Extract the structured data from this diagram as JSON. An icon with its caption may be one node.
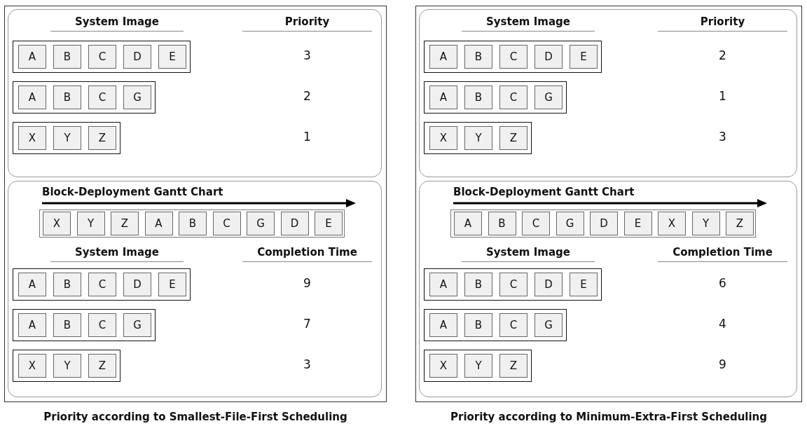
{
  "diagram": {
    "nodes": [
      {
        "text": [],
        "shape": "box",
        "beside": [
          "Priority according to Smallest-File-First Scheduling"
        ]
      },
      {
        "text": [
          "System Image",
          "Priority"
        ],
        "in": 0
      },
      {
        "text": [],
        "shape": "box",
        "in": 1
      },
      {
        "text": [
          "A"
        ],
        "in": 2
      },
      {
        "text": [
          "B"
        ],
        "in": 2
      },
      {
        "text": [
          "C"
        ],
        "in": 2
      },
      {
        "text": [
          "D"
        ],
        "in": 2
      },
      {
        "text": [
          "E"
        ],
        "in": 2
      },
      {
        "text": [],
        "shape": "box",
        "in": 1
      },
      {
        "text": [
          "A"
        ],
        "in": 8
      },
      {
        "text": [
          "B"
        ],
        "in": 8
      },
      {
        "text": [
          "C"
        ],
        "in": 8
      },
      {
        "text": [
          "G"
        ],
        "in": 8
      },
      {
        "text": [],
        "shape": "box",
        "in": 1
      },
      {
        "text": [
          "X"
        ],
        "in": 13
      },
      {
        "text": [
          "Y"
        ],
        "in": 13
      },
      {
        "text": [
          "Z"
        ],
        "in": 13
      },
      {
        "text": [
          "Block-Deployment Gantt Chart",
          "System Image",
          "Completion Time"
        ],
        "in": 0
      },
      {
        "text": [],
        "shape": "box",
        "in": 17
      },
      {
        "text": [
          "X"
        ],
        "in": 18
      },
      {
        "text": [
          "Y"
        ],
        "in": 18
      },
      {
        "text": [
          "Z"
        ],
        "in": 18
      },
      {
        "text": [
          "A"
        ],
        "in": 18
      },
      {
        "text": [
          "B"
        ],
        "in": 18
      },
      {
        "text": [
          "C"
        ],
        "in": 18
      },
      {
        "text": [
          "G"
        ],
        "in": 18
      },
      {
        "text": [
          "D"
        ],
        "in": 18
      },
      {
        "text": [
          "E"
        ],
        "in": 18
      },
      {
        "text": [],
        "shape": "box",
        "in": 17
      },
      {
        "text": [
          "A"
        ],
        "in": 28
      },
      {
        "text": [
          "B"
        ],
        "in": 28
      },
      {
        "text": [
          "C"
        ],
        "in": 28
      },
      {
        "text": [
          "D"
        ],
        "in": 28
      },
      {
        "text": [
          "E"
        ],
        "in": 28
      },
      {
        "text": [],
        "shape": "box",
        "in": 17
      },
      {
        "text": [
          "A"
        ],
        "in": 34
      },
      {
        "text": [
          "B"
        ],
        "in": 34
      },
      {
        "text": [
          "C"
        ],
        "in": 34
      },
      {
        "text": [
          "G"
        ],
        "in": 34
      },
      {
        "text": [],
        "shape": "box",
        "in": 17
      },
      {
        "text": [
          "X"
        ],
        "in": 39
      },
      {
        "text": [
          "Y"
        ],
        "in": 39
      },
      {
        "text": [
          "Z"
        ],
        "in": 39
      },
      {
        "text": [],
        "shape": "box",
        "beside": [
          "Priority according to Minimum-Extra-First Scheduling"
        ]
      },
      {
        "text": [
          "System Image",
          "Priority"
        ],
        "in": 43
      },
      {
        "text": [],
        "shape": "box",
        "in": 44
      },
      {
        "text": [
          "A"
        ],
        "in": 45
      },
      {
        "text": [
          "B"
        ],
        "in": 45
      },
      {
        "text": [
          "C"
        ],
        "in": 45
      },
      {
        "text": [
          "D"
        ],
        "in": 45
      },
      {
        "text": [
          "E"
        ],
        "in": 45
      },
      {
        "text": [],
        "shape": "box",
        "in": 44
      },
      {
        "text": [
          "A"
        ],
        "in": 51
      },
      {
        "text": [
          "B"
        ],
        "in": 51
      },
      {
        "text": [
          "C"
        ],
        "in": 51
      },
      {
        "text": [
          "G"
        ],
        "in": 51
      },
      {
        "text": [],
        "shape": "box",
        "in": 44
      },
      {
        "text": [
          "X"
        ],
        "in": 56
      },
      {
        "text": [
          "Y"
        ],
        "in": 56
      },
      {
        "text": [
          "Z"
        ],
        "in": 56
      },
      {
        "text": [
          "Block-Deployment Gantt Chart",
          "System Image",
          "Completion Time"
        ],
        "in": 43
      },
      {
        "text": [],
        "shape": "box",
        "in": 60
      },
      {
        "text": [
          "A"
        ],
        "in": 61
      },
      {
        "text": [
          "B"
        ],
        "in": 61
      },
      {
        "text": [
          "C"
        ],
        "in": 61
      },
      {
        "text": [
          "G"
        ],
        "in": 61
      },
      {
        "text": [
          "D"
        ],
        "in": 61
      },
      {
        "text": [
          "E"
        ],
        "in": 61
      },
      {
        "text": [
          "X"
        ],
        "in": 61
      },
      {
        "text": [
          "Y"
        ],
        "in": 61
      },
      {
        "text": [
          "Z"
        ],
        "in": 61
      },
      {
        "text": [],
        "shape": "box",
        "in": 60
      },
      {
        "text": [
          "A"
        ],
        "in": 71
      },
      {
        "text": [
          "B"
        ],
        "in": 71
      },
      {
        "text": [
          "C"
        ],
        "in": 71
      },
      {
        "text": [
          "D"
        ],
        "in": 71
      },
      {
        "text": [
          "E"
        ],
        "in": 71
      },
      {
        "text": [],
        "shape": "box",
        "in": 60
      },
      {
        "text": [
          "A"
        ],
        "in": 77
      },
      {
        "text": [
          "B"
        ],
        "in": 77
      },
      {
        "text": [
          "C"
        ],
        "in": 77
      },
      {
        "text": [
          "G"
        ],
        "in": 77
      },
      {
        "text": [],
        "shape": "box",
        "in": 60
      },
      {
        "text": [
          "X"
        ],
        "in": 82
      },
      {
        "text": [
          "Y"
        ],
        "in": 82
      },
      {
        "text": [
          "Z"
        ],
        "in": 82
      }
    ],
    "labels": [
      "3",
      "2",
      "1",
      "9",
      "7",
      "3",
      "2",
      "1",
      "3",
      "6",
      "4",
      "9"
    ]
  }
}
